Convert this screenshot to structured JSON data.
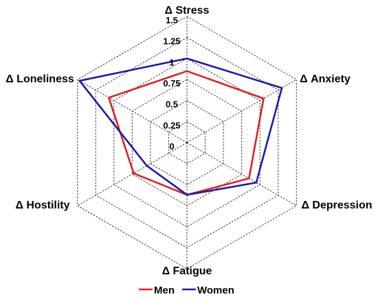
{
  "chart_data": {
    "type": "radar",
    "axes": [
      "Δ Stress",
      "Δ Anxiety",
      "Δ Depression",
      "Δ Fatigue",
      "Δ Hostility",
      "Δ Loneliness"
    ],
    "ticks": [
      "0",
      "0.25",
      "0.5",
      "0.75",
      "1",
      "1.25",
      "1.5"
    ],
    "tick_values": [
      0,
      0.25,
      0.5,
      0.75,
      1,
      1.25,
      1.5
    ],
    "range": [
      0,
      1.5
    ],
    "grid": true,
    "legend_position": "bottom",
    "series": [
      {
        "name": "Men",
        "color": "#e02020",
        "values": [
          0.85,
          1.05,
          0.85,
          0.62,
          0.73,
          1.07
        ]
      },
      {
        "name": "Women",
        "color": "#1a1aa8",
        "values": [
          1.0,
          1.3,
          0.95,
          0.62,
          0.55,
          1.47
        ]
      }
    ]
  }
}
